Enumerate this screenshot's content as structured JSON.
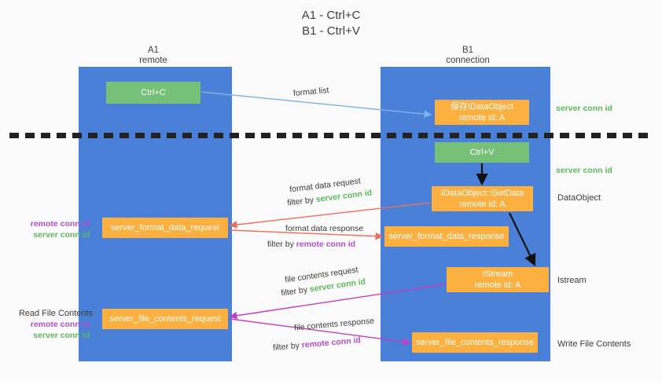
{
  "title": {
    "line1": "A1 - Ctrl+C",
    "line2": "B1 - Ctrl+V"
  },
  "columns": {
    "a1": {
      "name": "A1",
      "role": "remote"
    },
    "b1": {
      "name": "B1",
      "role": "connection"
    }
  },
  "boxes": {
    "ctrl_c": {
      "label": "Ctrl+C",
      "color": "#77c077"
    },
    "idataobject": {
      "line1": "保存IDataObject",
      "line2": "remote id: A",
      "color": "#fbb040"
    },
    "ctrl_v": {
      "label": "Ctrl+V",
      "color": "#77c077"
    },
    "getdata": {
      "line1": "IDataObject::GetData",
      "line2": "remote id: A",
      "color": "#fbb040"
    },
    "format_data_request": {
      "label": "server_format_data_request",
      "color": "#fbb040"
    },
    "format_data_response": {
      "label": "server_format_data_response",
      "color": "#fbb040"
    },
    "istream": {
      "line1": "IStream",
      "line2": "remote id: A",
      "color": "#fbb040"
    },
    "file_contents_request": {
      "label": "server_file_contents_request",
      "color": "#fbb040"
    },
    "file_contents_response": {
      "label": "server_file_contents_response",
      "color": "#fbb040"
    }
  },
  "annotations": {
    "format_list": "format list",
    "format_data_request": "format data request",
    "format_data_request_filter_prefix": "filter by ",
    "format_data_request_filter_value": "server conn id",
    "format_data_response": "format data response",
    "format_data_response_filter_prefix": "filter by ",
    "format_data_response_filter_value": "remote conn id",
    "file_contents_request": "file contents request",
    "file_contents_request_filter_prefix": "filter by ",
    "file_contents_request_filter_value": "server conn id",
    "file_contents_response": "file contents response",
    "file_contents_response_filter_prefix": "filter by ",
    "file_contents_response_filter_value": "remote conn id"
  },
  "side_labels": {
    "server_conn_id_top": "server conn id",
    "server_conn_id_mid": "server conn id",
    "dataobject": "DataObject",
    "istream": "Istream",
    "write_file_contents": "Write File Contents",
    "read_file_contents": "Read File Contents",
    "remote_conn_id_mid": "remote conn id",
    "server_conn_id_left_mid": "server conn id",
    "remote_conn_id_bottom": "remote conn id",
    "server_conn_id_left_bottom": "server conn id"
  },
  "colors": {
    "lane": "#4a80d8",
    "green_box": "#77c077",
    "orange_box": "#fbb040",
    "green_text": "#5cb85c",
    "purple_text": "#b24fc8",
    "arrow_blue": "#7fb3e8",
    "arrow_red": "#e8705f",
    "arrow_magenta": "#c23fc2",
    "arrow_black": "#111111",
    "background": "#fafafa"
  }
}
